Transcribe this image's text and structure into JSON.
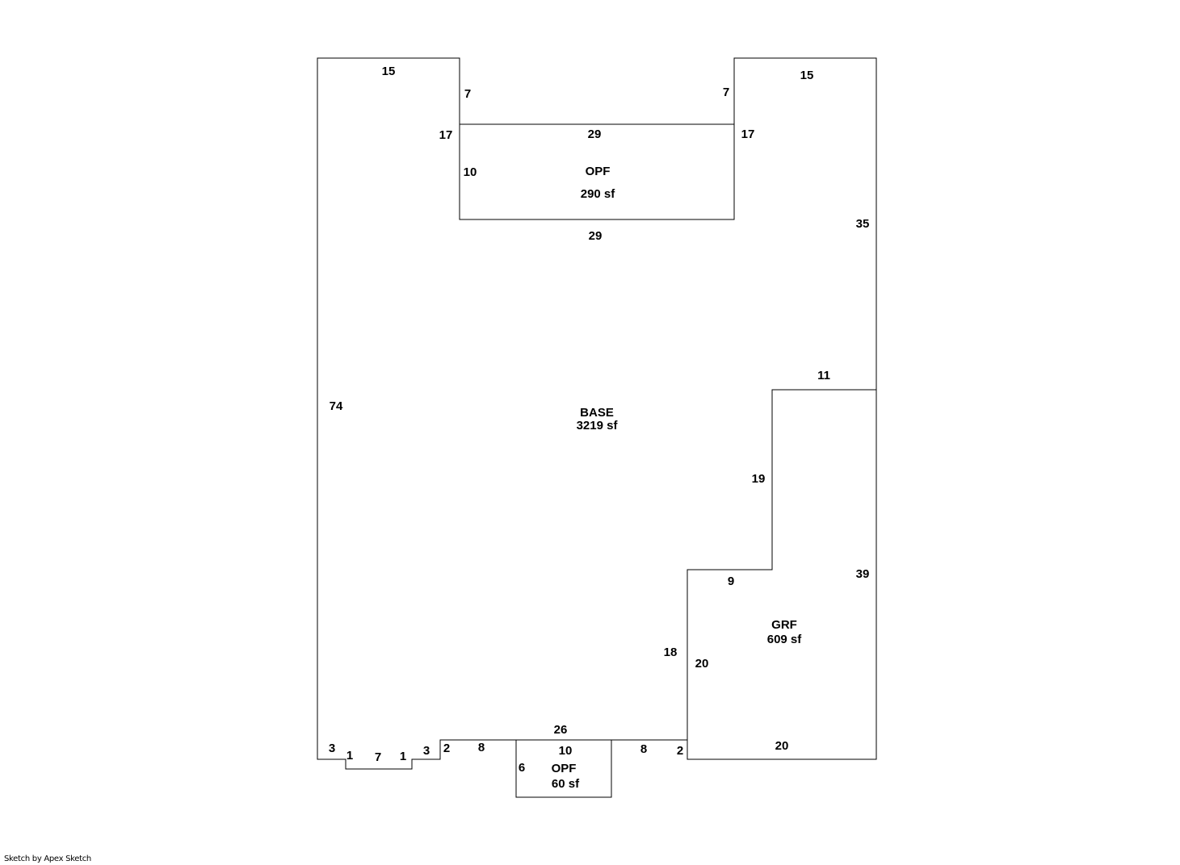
{
  "areas": {
    "base": {
      "name": "BASE",
      "area": "3219 sf"
    },
    "opf_top": {
      "name": "OPF",
      "area": "290 sf"
    },
    "grf": {
      "name": "GRF",
      "area": "609 sf"
    },
    "opf_bottom": {
      "name": "OPF",
      "area": "60 sf"
    }
  },
  "dimensions": {
    "base_top_left": "15",
    "base_notch_left": "7",
    "base_notch_right": "7",
    "base_top_right": "15",
    "base_notch_left_side": "17",
    "base_notch_right_side": "17",
    "opf_top_width": "29",
    "opf_top_depth": "10",
    "opf_bottom_edge": "29",
    "base_right_upper": "35",
    "base_left": "74",
    "grf_top": "11",
    "grf_step_side": "19",
    "grf_step_bottom": "9",
    "grf_right": "39",
    "base_right_lower": "18",
    "grf_left": "20",
    "grf_bottom": "20",
    "base_bottom": "26",
    "bump_3a": "3",
    "bump_1a": "1",
    "bump_7": "7",
    "bump_1b": "1",
    "bump_3b": "3",
    "step_2a": "2",
    "seg_8a": "8",
    "opf_bottom_width": "10",
    "opf_bottom_depth": "6",
    "seg_8b": "8",
    "step_2b": "2"
  },
  "footer": "Sketch by Apex Sketch"
}
